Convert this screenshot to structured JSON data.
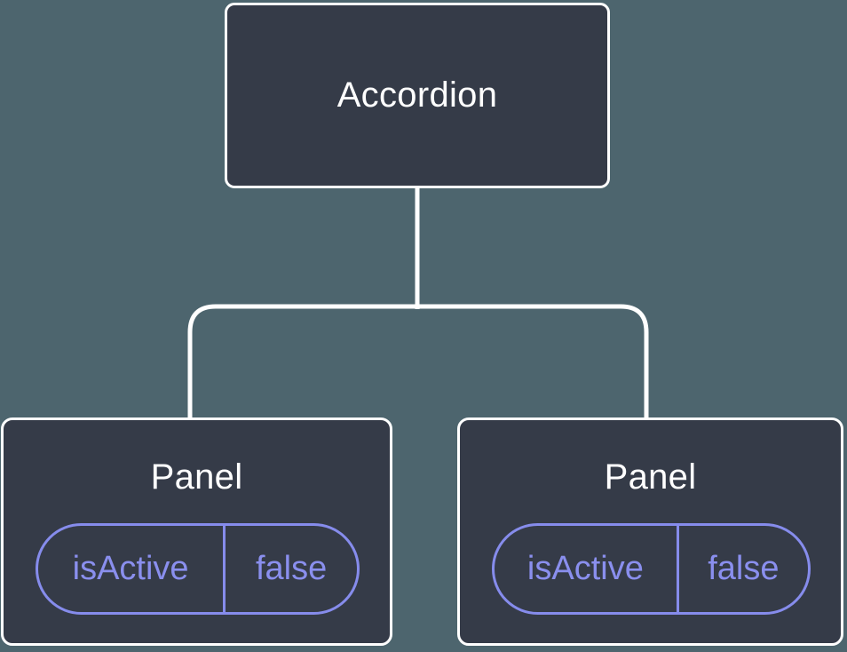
{
  "diagram": {
    "root": {
      "label": "Accordion"
    },
    "panels": [
      {
        "label": "Panel",
        "prop": {
          "name": "isActive",
          "value": "false"
        }
      },
      {
        "label": "Panel",
        "prop": {
          "name": "isActive",
          "value": "false"
        }
      }
    ]
  },
  "colors": {
    "background": "#4D656E",
    "node_fill": "#353B48",
    "node_border": "#FFFFFF",
    "label_text": "#FFFFFF",
    "accent_purple": "#868CEC"
  }
}
